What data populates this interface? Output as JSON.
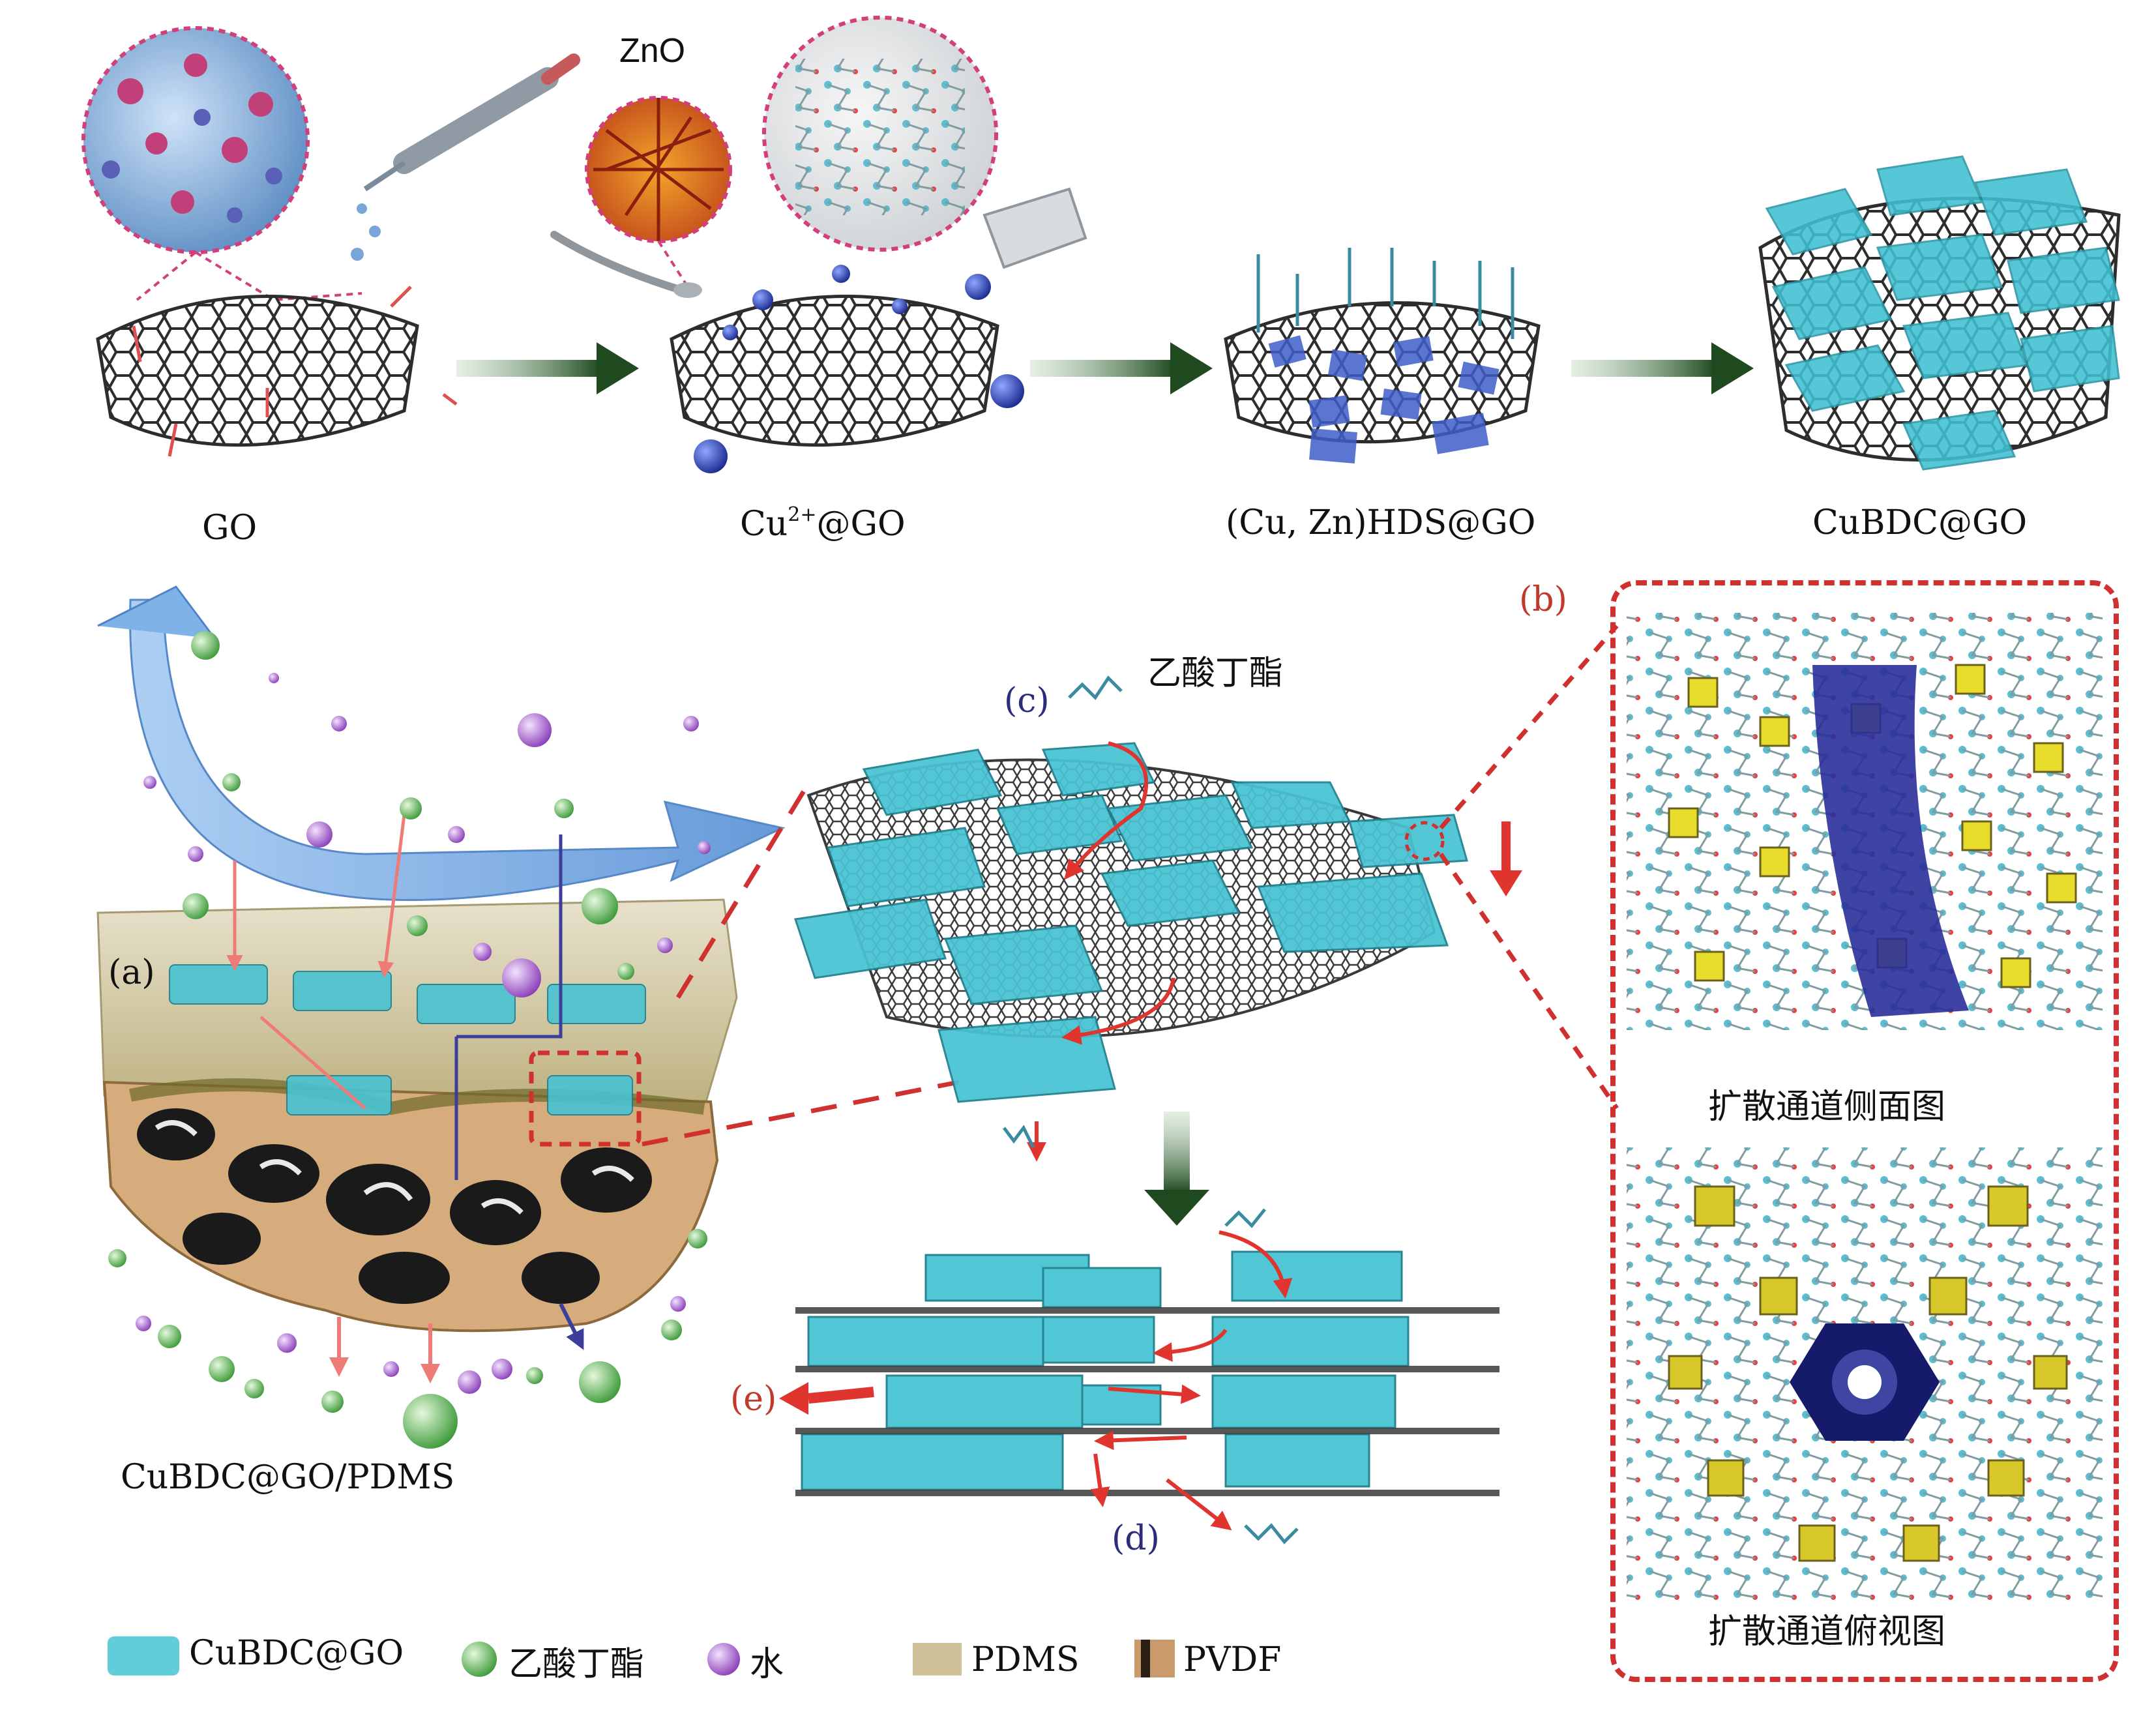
{
  "top": {
    "stages": [
      {
        "label": "GO"
      },
      {
        "label_base": "Cu",
        "label_sup": "2+",
        "label_rest": "@GO"
      },
      {
        "label": "(Cu, Zn)HDS@GO"
      },
      {
        "label": "CuBDC@GO"
      }
    ],
    "zno_label": "ZnO"
  },
  "membrane": {
    "tag": "(a)",
    "name": "CuBDC@GO/PDMS"
  },
  "zoom": {
    "c_tag": "(c)",
    "c_molecule": "乙酸丁酯",
    "d_tag": "(d)",
    "e_tag": "(e)"
  },
  "panel_b": {
    "tag": "(b)",
    "side_caption": "扩散通道侧面图",
    "top_caption": "扩散通道俯视图"
  },
  "legend": {
    "items": [
      {
        "label": "CuBDC@GO"
      },
      {
        "label": "乙酸丁酯"
      },
      {
        "label": "水"
      },
      {
        "label": "PDMS"
      },
      {
        "label": "PVDF"
      }
    ]
  },
  "colors": {
    "cyan": "#3fc0d2",
    "graphene": "#2d2d2d",
    "arrow_green": "#1f4a1f",
    "dash_red": "#d0302f",
    "sphere_green": "#7fd07a",
    "sphere_purple": "#b574d8",
    "blue_arrow": "#7fb3e8",
    "pdms": "#cfc29a",
    "pvdf": "#c99a6a"
  }
}
